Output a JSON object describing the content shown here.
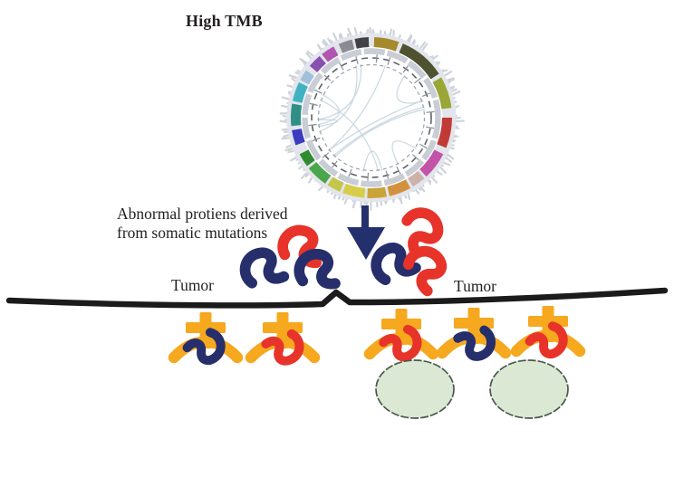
{
  "figure": {
    "title": "High TMB",
    "annotation_line1": "Abnormal protiens derived",
    "annotation_line2": "from somatic mutations",
    "tumor_label_left": "Tumor",
    "tumor_label_right": "Tumor"
  },
  "colors": {
    "navy": "#262f6b",
    "red": "#e73329",
    "receptor_yellow": "#f6a81f",
    "membrane_black": "#1b1b1b",
    "arrow_navy": "#24306e",
    "cell_fill": "#dbe8d3",
    "cell_stroke": "#4a584c",
    "circos_fuzz": "#ced3db",
    "circos_base_ring": "#e2e5eb",
    "circos_inner_ring": "#c9cdd5",
    "circos_dash_dark": "#5f6368",
    "circos_dash_light": "#9aa1a9",
    "circos_tick": "#8a9098",
    "circos_chord": "#c3d4dc"
  },
  "circos": {
    "description": "circular genome mutation plot (high mutational burden)",
    "segments": [
      {
        "start": 2,
        "end": 20,
        "color": "#a6892c"
      },
      {
        "start": 23,
        "end": 57,
        "color": "#4f5230"
      },
      {
        "start": 60,
        "end": 83,
        "color": "#9aa636"
      },
      {
        "start": 90,
        "end": 112,
        "color": "#c13a36"
      },
      {
        "start": 117,
        "end": 137,
        "color": "#c353a8"
      },
      {
        "start": 139,
        "end": 149,
        "color": "#cdb2aa"
      },
      {
        "start": 151,
        "end": 167,
        "color": "#d2913c"
      },
      {
        "start": 169,
        "end": 183,
        "color": "#c9a23a"
      },
      {
        "start": 185,
        "end": 201,
        "color": "#d8cd49"
      },
      {
        "start": 203,
        "end": 213,
        "color": "#c3c64a"
      },
      {
        "start": 215,
        "end": 231,
        "color": "#4aa64a"
      },
      {
        "start": 233,
        "end": 243,
        "color": "#2f8b2f"
      },
      {
        "start": 250,
        "end": 261,
        "color": "#3b3cbe"
      },
      {
        "start": 264,
        "end": 280,
        "color": "#2f8f86"
      },
      {
        "start": 282,
        "end": 296,
        "color": "#41b2c3"
      },
      {
        "start": 298,
        "end": 306,
        "color": "#9fc0d8"
      },
      {
        "start": 310,
        "end": 320,
        "color": "#8a50b0"
      },
      {
        "start": 322,
        "end": 332,
        "color": "#b055b0"
      },
      {
        "start": 336,
        "end": 346,
        "color": "#8b8b93"
      },
      {
        "start": 348,
        "end": 358,
        "color": "#414147"
      }
    ]
  },
  "floating_proteins": [
    {
      "color": "red"
    },
    {
      "color": "navy"
    },
    {
      "color": "navy"
    },
    {
      "color": "navy"
    },
    {
      "color": "red"
    },
    {
      "color": "red"
    }
  ],
  "receptors": [
    {
      "protein": "navy"
    },
    {
      "protein": "red"
    },
    {
      "protein": "red"
    },
    {
      "protein": "navy"
    },
    {
      "protein": "red"
    }
  ],
  "cells": [
    {
      "type": "immune-cell"
    },
    {
      "type": "immune-cell"
    }
  ]
}
